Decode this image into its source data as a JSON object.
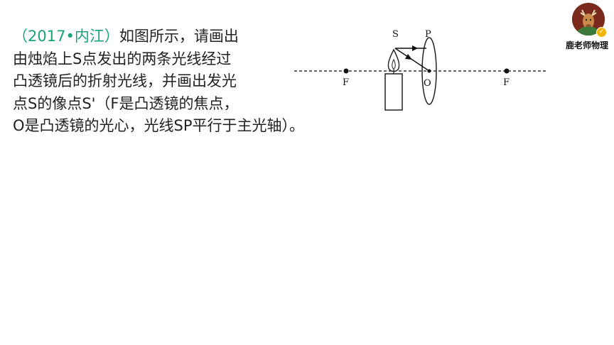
{
  "question": {
    "source": "（2017•内江）",
    "lines": [
      "如图所示，请画出",
      "由烛焰上S点发出的两条光线经过",
      "凸透镜后的折射光线，并画出发光",
      "点S的像点S'（F是凸透镜的焦点，",
      "O是凸透镜的光心，光线SP平行于主光轴）。"
    ]
  },
  "diagram": {
    "label_s": "S",
    "label_p": "P",
    "label_o": "O",
    "label_f_left": "F",
    "label_f_right": "F"
  },
  "channel": {
    "name": "鹿老师物理",
    "verified_icon": "check-badge-icon",
    "avatar_icon": "deer-avatar-icon"
  }
}
